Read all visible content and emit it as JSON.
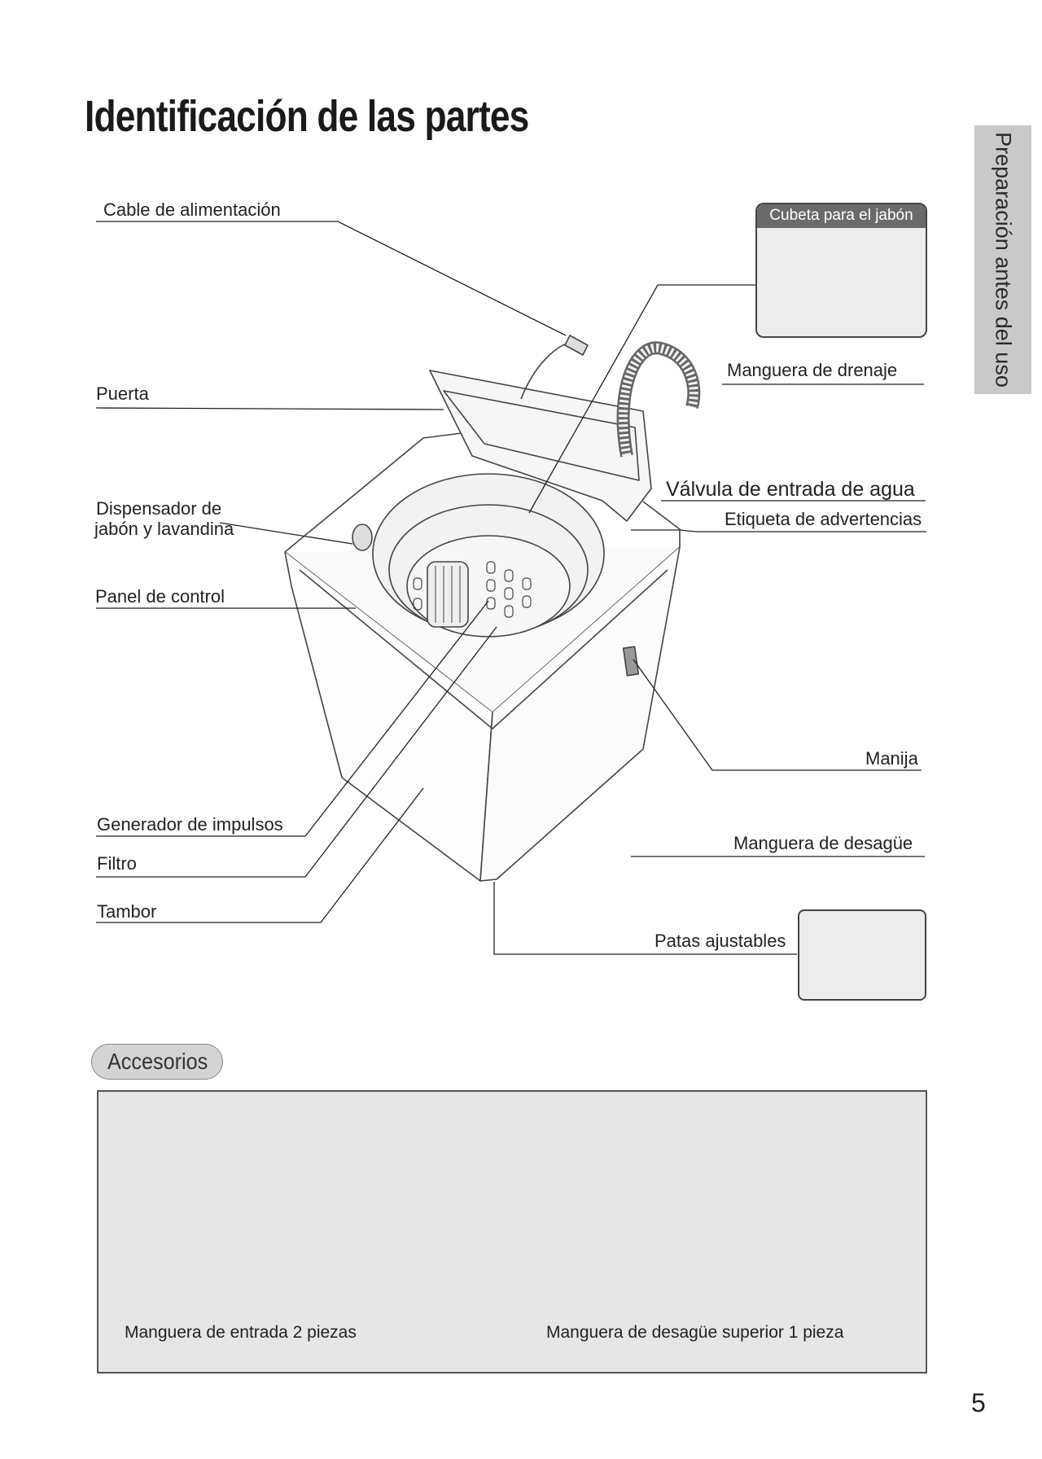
{
  "title": "Identificación de las partes",
  "side_tab": "Preparación antes del uso",
  "parts": {
    "power_cable": "Cable de alimentación",
    "door": "Puerta",
    "dispenser_line1": "Dispensador de",
    "dispenser_line2": "jabón y lavandina",
    "control_panel": "Panel de control",
    "pulsator": "Generador de impulsos",
    "filter": "Filtro",
    "drum": "Tambor",
    "soap_tray": "Cubeta para el jabón",
    "drain_hose": "Manguera de drenaje",
    "water_valve": "Válvula de entrada de agua",
    "warning_label": "Etiqueta de advertencias",
    "handle": "Manija",
    "outlet_hose": "Manguera de desagüe",
    "adjustable_feet": "Patas ajustables"
  },
  "accessories": {
    "heading": "Accesorios",
    "items": [
      {
        "label": "Manguera de entrada 2 piezas"
      },
      {
        "label": "Manguera de desagüe superior 1 pieza"
      }
    ]
  },
  "page_number": "5"
}
